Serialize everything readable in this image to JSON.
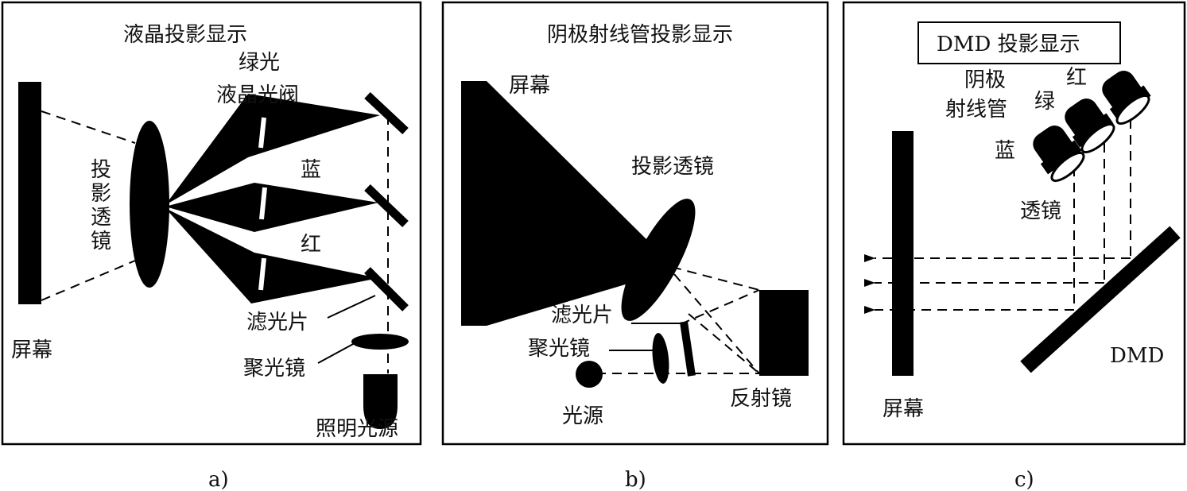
{
  "colors": {
    "ink": "#000000",
    "paper": "#ffffff",
    "outline": "#222222"
  },
  "panel_a": {
    "title": "液晶投影显示",
    "green_label_1": "绿光",
    "green_label_2": "液晶光阀",
    "blue": "蓝",
    "red": "红",
    "lens_label": [
      "投",
      "影",
      "透",
      "镜"
    ],
    "screen": "屏幕",
    "filter": "滤光片",
    "condenser": "聚光镜",
    "light_source": "照明光源",
    "caption": "a)"
  },
  "panel_b": {
    "title": "阴极射线管投影显示",
    "screen": "屏幕",
    "lens": "投影透镜",
    "filter": "滤光片",
    "condenser": "聚光镜",
    "light_source": "光源",
    "reflector": "反射镜",
    "caption": "b)"
  },
  "panel_c": {
    "title": "DMD 投影显示",
    "crt_label_1": "阴极",
    "crt_label_2": "射线管",
    "red": "红",
    "green": "绿",
    "blue": "蓝",
    "lens": "透镜",
    "dmd": "DMD",
    "screen": "屏幕",
    "caption": "c)"
  }
}
